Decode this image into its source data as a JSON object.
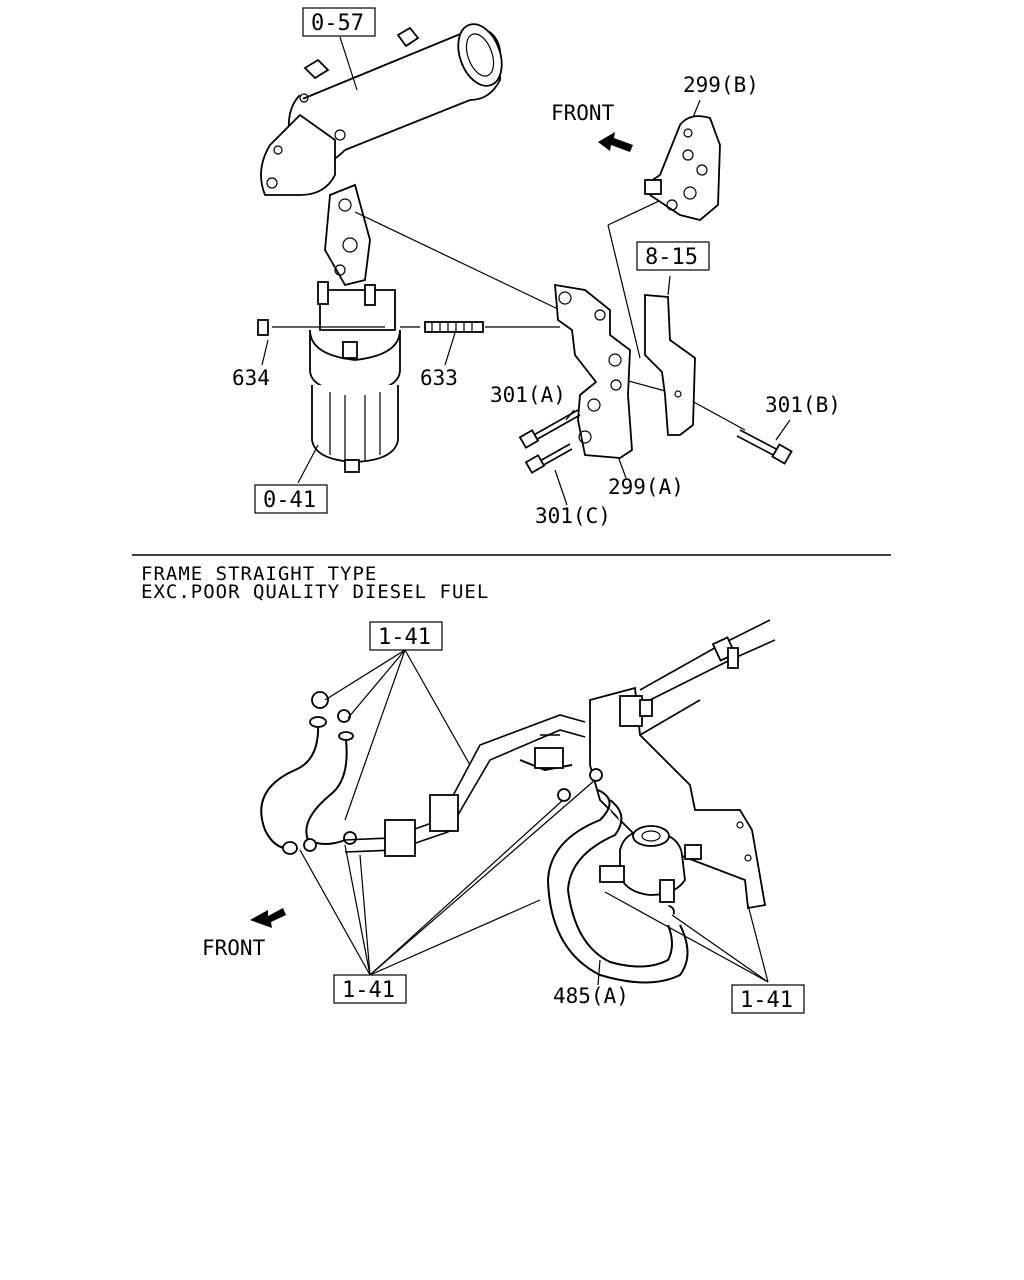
{
  "top_diagram": {
    "callouts": {
      "p0_57": "0-57",
      "p0_41": "0-41",
      "p8_15": "8-15",
      "p299b": "299(B)",
      "p299a": "299(A)",
      "p301a": "301(A)",
      "p301b": "301(B)",
      "p301c": "301(C)",
      "p634": "634",
      "p633": "633"
    },
    "front_label": "FRONT"
  },
  "notes": {
    "line1": "FRAME STRAIGHT TYPE",
    "line2": "EXC.POOR QUALITY DIESEL FUEL"
  },
  "bottom_diagram": {
    "callouts": {
      "p1_41_top": "1-41",
      "p1_41_bottom_left": "1-41",
      "p1_41_bottom_right": "1-41",
      "p485a": "485(A)"
    },
    "front_label": "FRONT"
  }
}
